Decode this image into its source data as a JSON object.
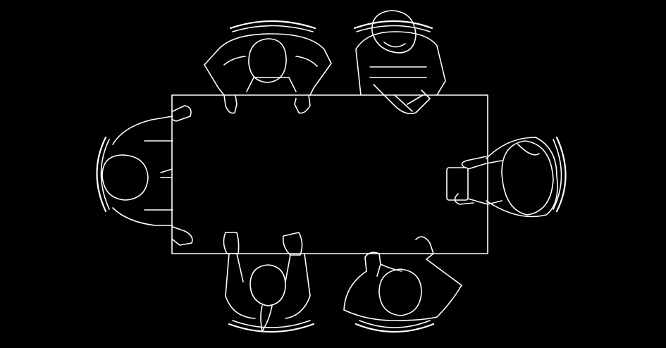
{
  "drawing": {
    "background_color": "#000000",
    "line_color": "#ffffff",
    "subject": "meeting-table-top-view",
    "table_count": 1,
    "people_count": 6,
    "chair_count": 6
  }
}
